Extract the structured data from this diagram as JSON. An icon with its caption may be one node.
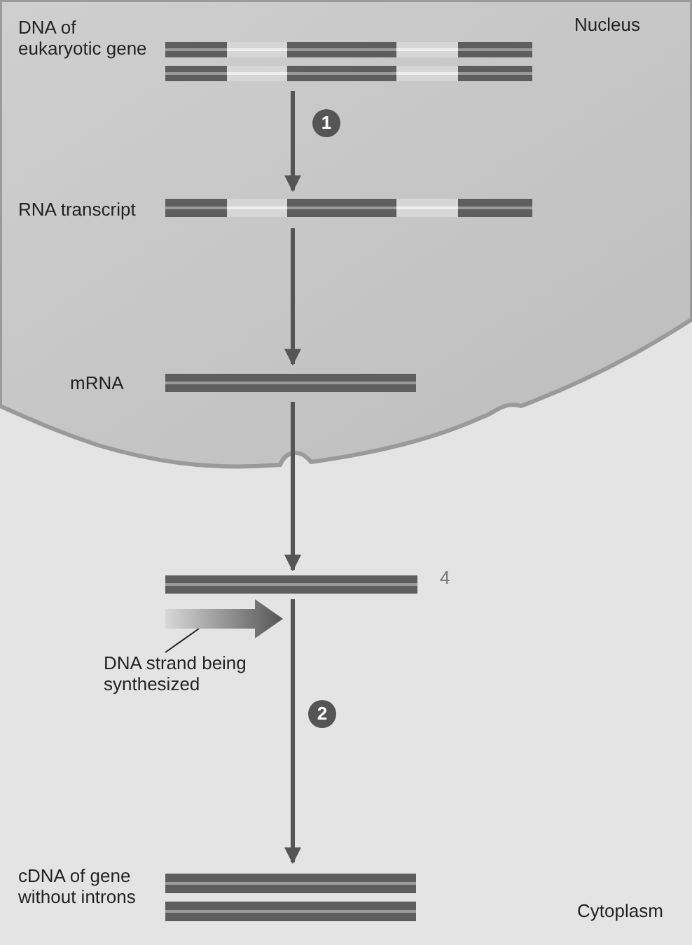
{
  "diagram": {
    "nodes": [
      {
        "text": [
          "Nucleus"
        ]
      },
      {
        "text": [
          "DNA of eukaryotic gene"
        ],
        "in": 0
      },
      {
        "text": [
          "RNA transcript"
        ],
        "in": 0
      },
      {
        "text": [
          "mRNA"
        ],
        "in": 0
      },
      {
        "text": [],
        "shape": "bar"
      },
      {
        "text": [],
        "shape": "arrow"
      },
      {
        "text": [
          "DNA strand being synthesized"
        ]
      },
      {
        "text": [
          "cDNA of gene without introns"
        ]
      }
    ],
    "edges": [
      {
        "from": 1,
        "to": 2,
        "arrow": "to",
        "label": "1"
      },
      {
        "from": 2,
        "to": 3,
        "arrow": "to"
      },
      {
        "from": 3,
        "to": 4,
        "arrow": "to"
      },
      {
        "from": 4,
        "to": 7,
        "arrow": "to",
        "label": "2"
      },
      {
        "from": 6,
        "to": 5,
        "arrow": "none"
      }
    ],
    "labels": [
      "4",
      "Cytoplasm"
    ]
  }
}
